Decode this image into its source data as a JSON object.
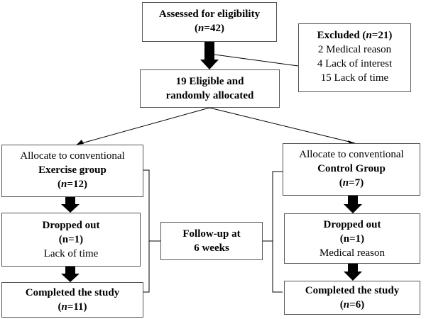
{
  "assessed": {
    "title": "Assessed for eligibility",
    "n_prefix": "(",
    "n_var": "n",
    "n_suffix": "=42)"
  },
  "excluded": {
    "title": "Excluded (",
    "n_var": "n",
    "n_suffix": "=21)",
    "reasons": [
      "2 Medical reason",
      "4 Lack of interest",
      "15 Lack of time"
    ]
  },
  "allocated": {
    "line1": "19 Eligible and",
    "line2": "randomly allocated"
  },
  "exercise_group": {
    "line1": "Allocate to conventional",
    "name": "Exercise group",
    "n_prefix": "(",
    "n_var": "n",
    "n_suffix": "=12)"
  },
  "control_group": {
    "line1": "Allocate to conventional",
    "name": "Control Group",
    "n_prefix": "(",
    "n_var": "n",
    "n_suffix": "=7)"
  },
  "exercise_dropout": {
    "title": "Dropped out",
    "count": "(n=1)",
    "reason": "Lack of time"
  },
  "control_dropout": {
    "title": "Dropped out",
    "count": "(n=1)",
    "reason": "Medical reason"
  },
  "followup": {
    "line1": "Follow-up at",
    "line2": "6 weeks"
  },
  "exercise_completed": {
    "title": "Completed the study",
    "n_prefix": "(",
    "n_var": "n",
    "n_suffix": "=11)"
  },
  "control_completed": {
    "title": "Completed the study",
    "n_prefix": "(",
    "n_var": "n",
    "n_suffix": "=6)"
  }
}
